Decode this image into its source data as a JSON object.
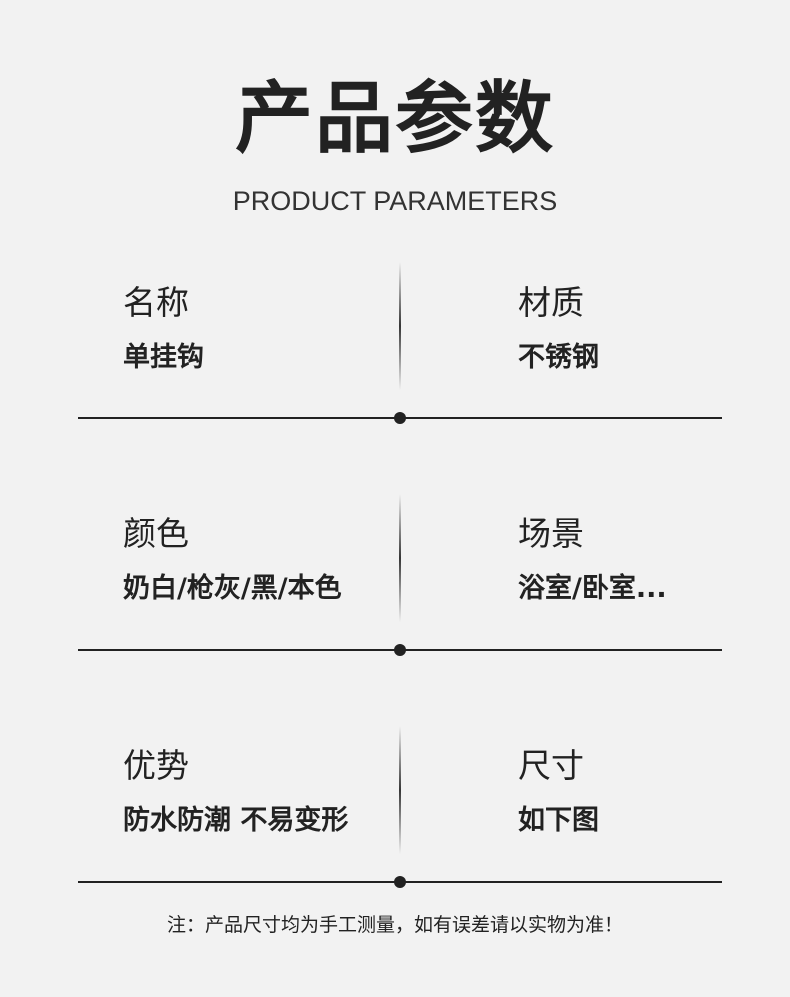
{
  "header": {
    "title": "产品参数",
    "subtitle": "PRODUCT PARAMETERS"
  },
  "params": [
    {
      "label": "名称",
      "value": "单挂钩"
    },
    {
      "label": "材质",
      "value": "不锈钢"
    },
    {
      "label": "颜色",
      "value": "奶白/枪灰/黑/本色"
    },
    {
      "label": "场景",
      "value": "浴室/卧室..."
    },
    {
      "label": "优势",
      "value": "防水防潮 不易变形"
    },
    {
      "label": "尺寸",
      "value": "如下图"
    }
  ],
  "footer": {
    "note": "注：产品尺寸均为手工测量，如有误差请以实物为准！"
  }
}
